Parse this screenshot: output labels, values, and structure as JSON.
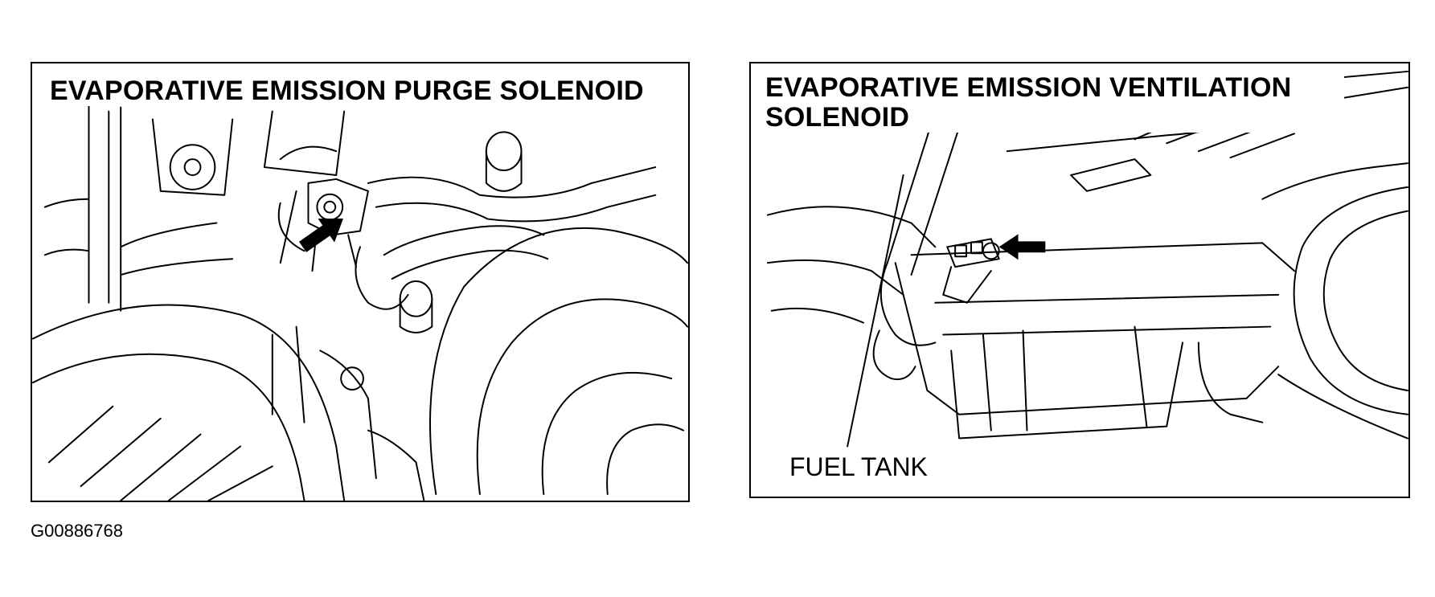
{
  "figure_id": "G00886768",
  "panels": [
    {
      "title": "EVAPORATIVE EMISSION PURGE SOLENOID",
      "icon": "engine-bay-line-drawing"
    },
    {
      "title": "EVAPORATIVE EMISSION VENTILATION SOLENOID",
      "icon": "fuel-tank-area-line-drawing",
      "callouts": [
        {
          "label": "FUEL TANK"
        }
      ]
    }
  ],
  "colors": {
    "line": "#000000",
    "background": "#ffffff"
  }
}
